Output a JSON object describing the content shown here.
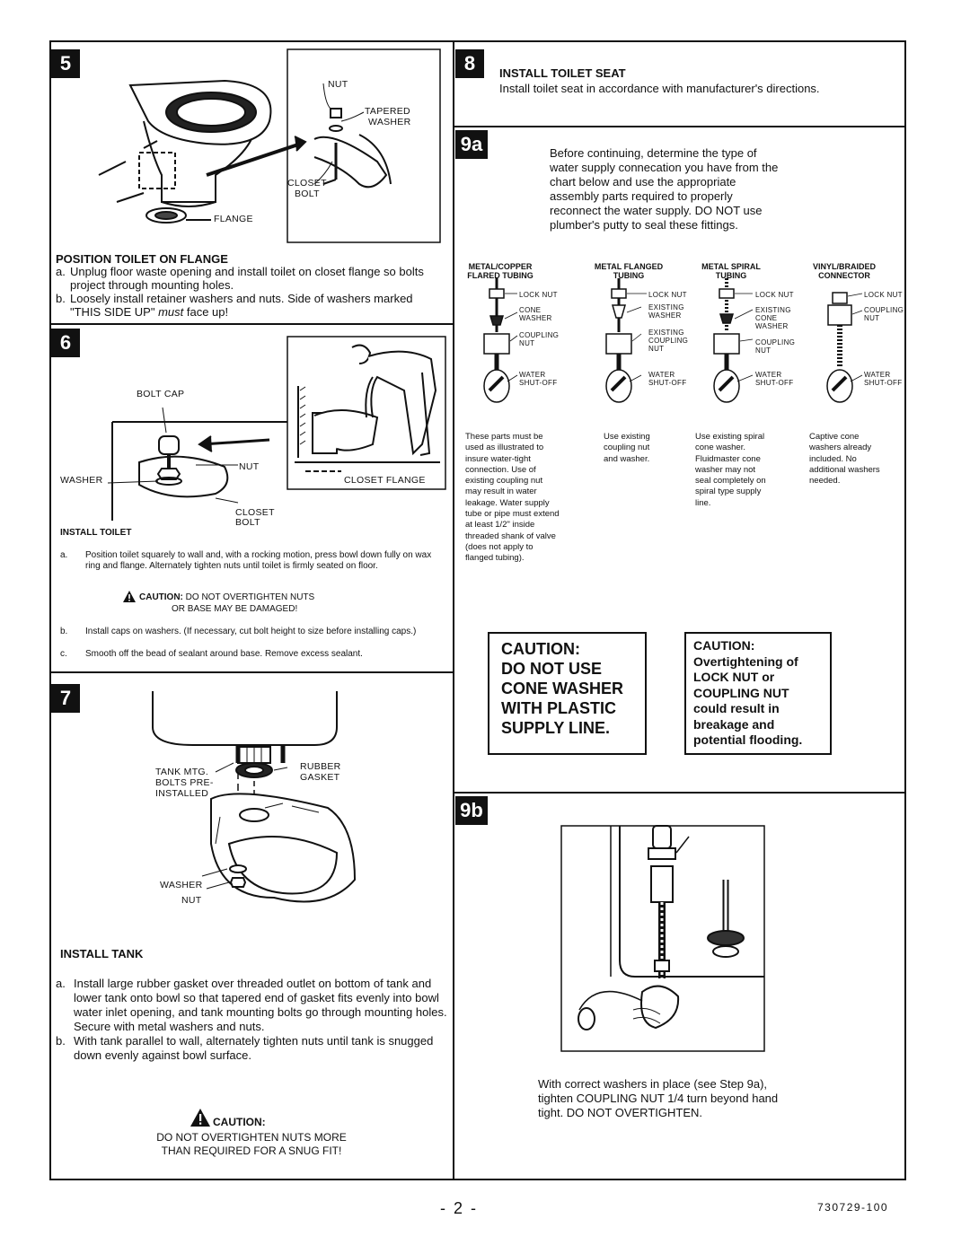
{
  "step5": {
    "num": "5",
    "labels": {
      "nut": "NUT",
      "tapered_washer_1": "TAPERED",
      "tapered_washer_2": "WASHER",
      "closet_bolt_1": "CLOSET",
      "closet_bolt_2": "BOLT",
      "flange": "FLANGE"
    },
    "heading": "POSITION TOILET ON FLANGE",
    "items": [
      {
        "key": "a.",
        "text": "Unplug floor waste opening and install toilet on closet flange so bolts project through mounting holes."
      },
      {
        "key": "b.",
        "text": "Loosely install retainer washers and nuts. Side of washers marked \"THIS SIDE UP\"",
        "em": "must",
        "tail": " face up!"
      }
    ]
  },
  "step6": {
    "num": "6",
    "labels": {
      "bolt_cap": "BOLT CAP",
      "nut": "NUT",
      "washer": "WASHER",
      "closet_1": "CLOSET",
      "bolt": "BOLT",
      "closet_flange": "CLOSET FLANGE"
    },
    "heading": "INSTALL TOILET",
    "item_a_key": "a.",
    "item_a": "Position toilet squarely to wall and, with a rocking motion, press bowl down fully on wax ring and flange. Alternately tighten nuts until toilet is firmly seated on floor.",
    "caution_1": "CAUTION:",
    "caution_2": " DO NOT OVERTIGHTEN NUTS",
    "caution_3": "OR BASE MAY BE DAMAGED!",
    "item_b_key": "b.",
    "item_b": "Install caps on washers.  (If necessary, cut bolt height to size before installing caps.)",
    "item_c_key": "c.",
    "item_c": "Smooth off the bead of sealant around base. Remove excess sealant."
  },
  "step7": {
    "num": "7",
    "labels": {
      "tank_1": "TANK MTG.",
      "tank_2": "BOLTS PRE-",
      "tank_3": "INSTALLED",
      "rubber_1": "RUBBER",
      "rubber_2": "GASKET",
      "washer": "WASHER",
      "nut": "NUT"
    },
    "heading": "INSTALL TANK",
    "items": [
      {
        "key": "a.",
        "text": "Install large rubber gasket over threaded outlet on bottom of tank and lower tank onto bowl so that tapered end of gasket fits evenly into bowl water inlet opening, and tank mounting bolts go through mounting holes. Secure with metal washers and nuts."
      },
      {
        "key": "b.",
        "text": "With tank parallel to wall, alternately tighten nuts until tank is snugged down evenly against bowl surface."
      }
    ],
    "caution_title": "CAUTION:",
    "caution_1": "DO NOT OVERTIGHTEN NUTS MORE",
    "caution_2": "THAN REQUIRED FOR A SNUG FIT!"
  },
  "step8": {
    "num": "8",
    "heading": "INSTALL TOILET SEAT",
    "text": "Install toilet seat in accordance with manufacturer's directions."
  },
  "step9a": {
    "num": "9a",
    "intro": [
      "Before continuing, determine the type of",
      "water supply connecation you have from the",
      "chart below and use the appropriate",
      "assembly parts required to properly",
      "reconnect the water supply. DO NOT use",
      "plumber's putty to seal these fittings."
    ],
    "columns": [
      {
        "head_1": "METAL/COPPER",
        "head_2": "FLARED TUBING",
        "parts": [
          "LOCK NUT",
          "CONE",
          "WASHER",
          "COUPLING",
          "NUT",
          "WATER",
          "SHUT-OFF"
        ],
        "note": [
          "These parts must be",
          "used as illustrated to",
          "insure water-tight",
          "connection. Use of",
          "existing coupling nut",
          "may result in water",
          "leakage. Water supply",
          "tube or pipe must extend",
          "at least 1/2\" inside",
          "threaded shank of valve",
          "(does not apply to",
          "flanged tubing)."
        ]
      },
      {
        "head_1": "METAL FLANGED",
        "head_2": "TUBING",
        "parts": [
          "LOCK NUT",
          "EXISTING",
          "WASHER",
          "EXISTING",
          "COUPLING",
          "NUT",
          "WATER",
          "SHUT-OFF"
        ],
        "note": [
          "Use existing",
          "coupling nut",
          "and washer."
        ]
      },
      {
        "head_1": "METAL SPIRAL",
        "head_2": "TUBING",
        "parts": [
          "LOCK NUT",
          "EXISTING",
          "CONE",
          "WASHER",
          "COUPLING",
          "NUT",
          "WATER",
          "SHUT-OFF"
        ],
        "note": [
          "Use existing spiral",
          "cone washer.",
          "Fluidmaster cone",
          "washer may not",
          "seal completely on",
          "spiral type supply",
          "line."
        ]
      },
      {
        "head_1": "VINYL/BRAIDED",
        "head_2": "CONNECTOR",
        "parts": [
          "LOCK NUT",
          "COUPLING",
          "NUT",
          "WATER",
          "SHUT-OFF"
        ],
        "note": [
          "Captive cone",
          "washers already",
          "included. No",
          "additional washers",
          "needed."
        ]
      }
    ],
    "caution_left": [
      "CAUTION:",
      "DO NOT USE",
      "CONE WASHER",
      "WITH PLASTIC",
      "SUPPLY LINE."
    ],
    "caution_right": [
      "CAUTION:",
      "Overtightening of",
      "LOCK NUT or",
      "COUPLING NUT",
      "could result in",
      "breakage and",
      "potential flooding."
    ]
  },
  "step9b": {
    "num": "9b",
    "text": [
      "With correct washers in place (see Step 9a),",
      "tighten COUPLING NUT 1/4 turn beyond hand",
      "tight. DO NOT OVERTIGHTEN."
    ]
  },
  "footer": {
    "page": "- 2 -",
    "doc_number": "730729-100"
  }
}
